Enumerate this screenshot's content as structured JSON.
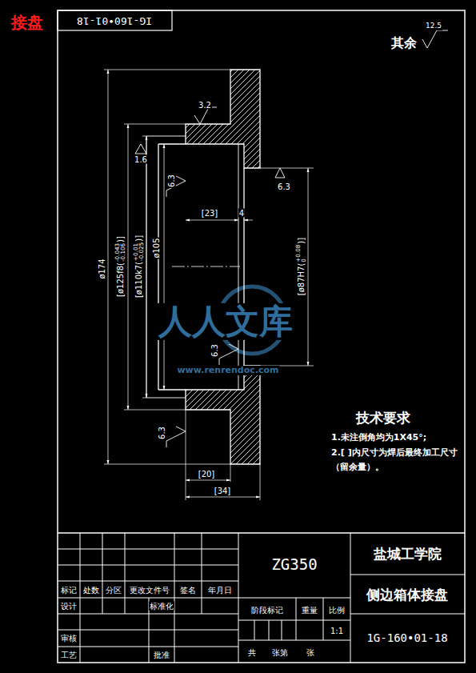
{
  "diagram": {
    "title": "接盘",
    "labels": [
      "IG-160•01-18",
      "其余",
      "12.5",
      "3.2",
      "1.6",
      "6.3",
      "6.3",
      "6.3",
      "6.3",
      "[23]",
      "4",
      "ø174",
      "[ø125f8(",
      "-0.043",
      "-0.106",
      ")]",
      "[ø110k7(",
      "+0.01",
      "-0.025",
      ")]",
      "ø105",
      "[ø87H7(",
      "+0.08",
      "0",
      ")]",
      "[20]",
      "[34]",
      "人人文库",
      "www.renrendoc.com",
      "技术要求",
      "1.未注倒角均为1X45°;",
      "2.[ ]内尺寸为焊后最终加工尺寸（留余量）。",
      "ZG350",
      "盐城工学院",
      "侧边箱体接盘",
      "1G-160•01-18",
      "标记",
      "处数",
      "分区",
      "更改文件号",
      "签名",
      "年月日",
      "设计",
      "标准化",
      "审核",
      "工艺",
      "批准",
      "阶段标记",
      "重量",
      "比例",
      "1:1",
      "共",
      "张第",
      "张"
    ]
  }
}
